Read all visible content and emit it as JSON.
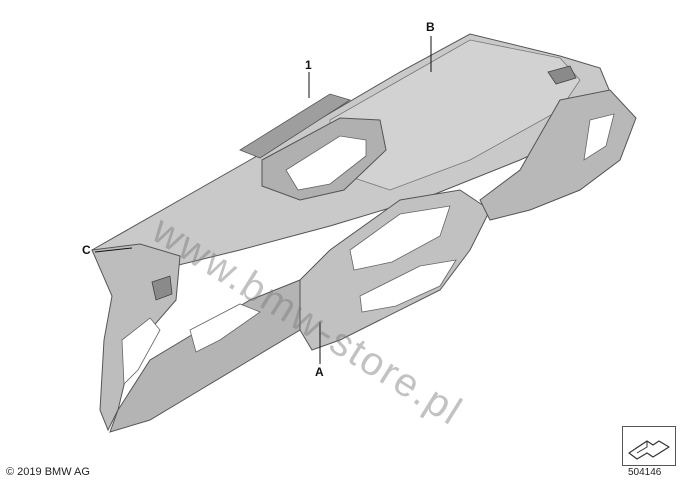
{
  "diagram": {
    "callouts": {
      "part_1": "1",
      "part_b": "B",
      "part_c": "C",
      "part_a": "A"
    },
    "watermark": "www.bmw-store.pl",
    "copyright": "© 2019 BMW AG",
    "figure_number": "504146",
    "icons": {
      "orientation": "direction-arrow-icon"
    },
    "colors": {
      "part_fill": "#c4c4c4",
      "part_light": "#d6d6d6",
      "part_dark": "#9a9a9a",
      "outline": "#555555"
    }
  }
}
